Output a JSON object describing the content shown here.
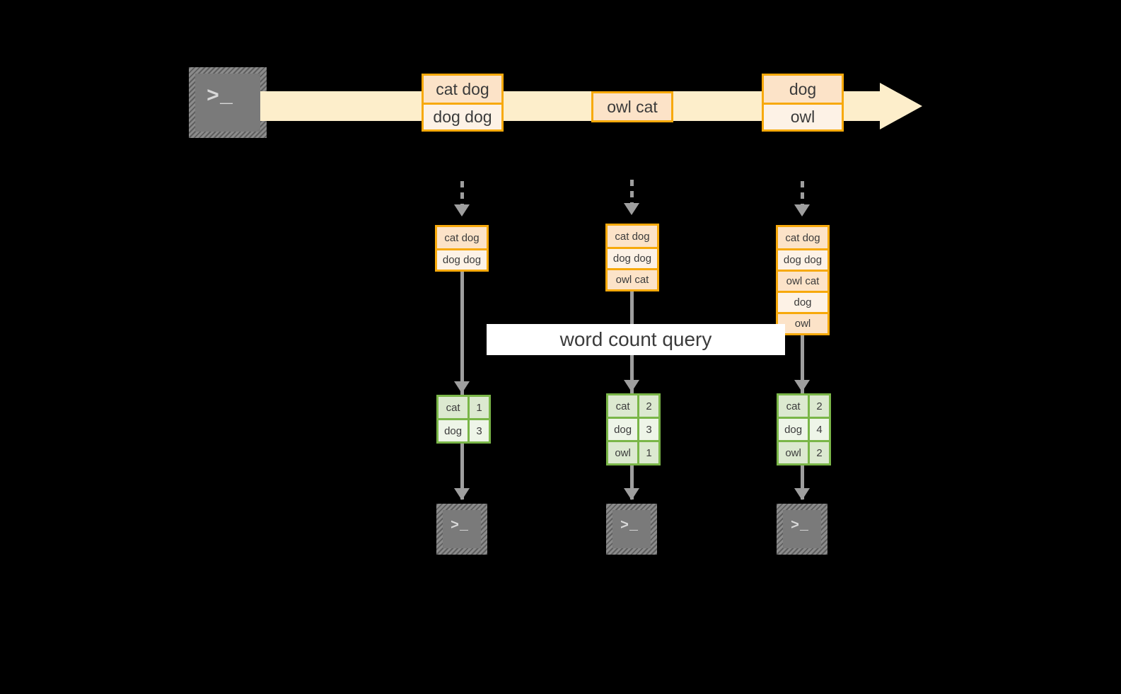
{
  "diagram": {
    "title": "word count query",
    "colors": {
      "background": "#000000",
      "record_border": "#f7a90b",
      "record_fill_dark": "#fce3c8",
      "record_fill_light": "#fdf2e6",
      "stream_fill": "#fdeecb",
      "table_border": "#7ab648",
      "table_fill_dark": "#dce9d0",
      "table_fill_light": "#eef5e8",
      "connector": "#9e9e9e",
      "terminal_fill": "#787878",
      "banner_fill": "#ffffff",
      "text": "#3b3b3b"
    }
  },
  "producer": {
    "icon": "terminal-icon",
    "glyph": ">_"
  },
  "stream": {
    "icon": "stream-arrow-icon",
    "records": [
      {
        "lines": [
          "cat dog",
          "dog dog"
        ]
      },
      {
        "lines": [
          "owl cat"
        ]
      },
      {
        "lines": [
          "dog",
          "owl"
        ]
      }
    ]
  },
  "query": {
    "label": "word count query"
  },
  "snapshots": [
    {
      "name": "snapshot-1",
      "input_lines": [
        "cat dog",
        "dog dog"
      ],
      "counts": [
        {
          "word": "cat",
          "count": "1"
        },
        {
          "word": "dog",
          "count": "3"
        }
      ],
      "consumer": {
        "icon": "terminal-icon",
        "glyph": ">_"
      }
    },
    {
      "name": "snapshot-2",
      "input_lines": [
        "cat dog",
        "dog dog",
        "owl cat"
      ],
      "counts": [
        {
          "word": "cat",
          "count": "2"
        },
        {
          "word": "dog",
          "count": "3"
        },
        {
          "word": "owl",
          "count": "1"
        }
      ],
      "consumer": {
        "icon": "terminal-icon",
        "glyph": ">_"
      }
    },
    {
      "name": "snapshot-3",
      "input_lines": [
        "cat dog",
        "dog dog",
        "owl cat",
        "dog",
        "owl"
      ],
      "counts": [
        {
          "word": "cat",
          "count": "2"
        },
        {
          "word": "dog",
          "count": "4"
        },
        {
          "word": "owl",
          "count": "2"
        }
      ],
      "consumer": {
        "icon": "terminal-icon",
        "glyph": ">_"
      }
    }
  ]
}
